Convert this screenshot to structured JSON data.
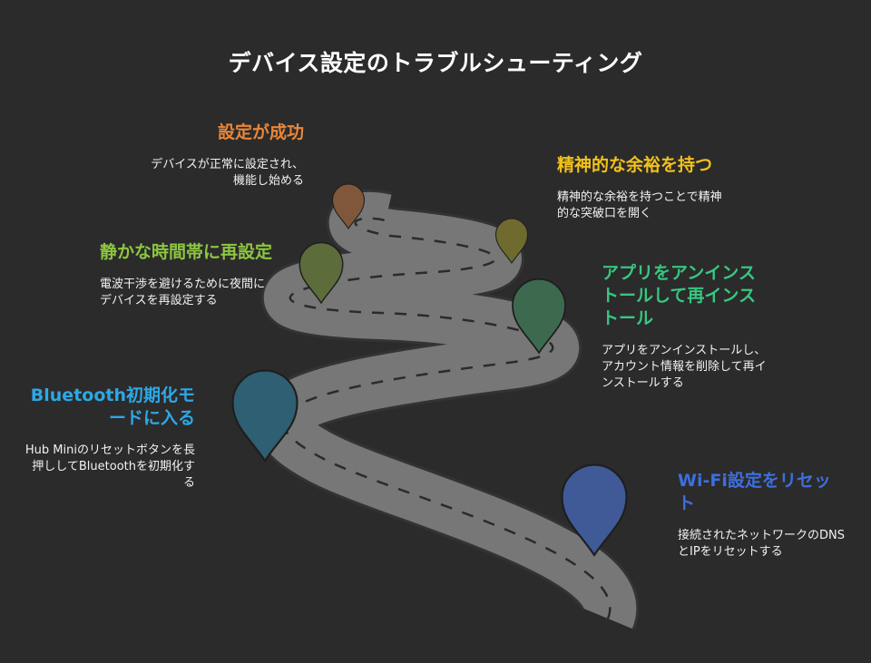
{
  "title": "デバイス設定のトラブルシューティング",
  "colors": {
    "background": "#2b2b2b",
    "road": "#777777",
    "road_edge": "#333333",
    "dash": "#2b2b2b"
  },
  "steps": [
    {
      "heading": "Wi-Fi設定をリセット",
      "description": "接続されたネットワークのDNSとIPをリセットする",
      "color": "#3d6fe0",
      "pin_color": "#3f5a97"
    },
    {
      "heading": "Bluetooth初期化モードに入る",
      "description": "Hub Miniのリセットボタンを長押ししてBluetoothを初期化する",
      "color": "#2da8e6",
      "pin_color": "#2e5f72"
    },
    {
      "heading": "アプリをアンインストールして再インストール",
      "description": "アプリをアンインストールし、アカウント情報を削除して再インストールする",
      "color": "#37c781",
      "pin_color": "#3d6a4f"
    },
    {
      "heading": "静かな時間帯に再設定",
      "description": "電波干渉を避けるために夜間にデバイスを再設定する",
      "color": "#8dc63f",
      "pin_color": "#5c6c3a"
    },
    {
      "heading": "精神的な余裕を持つ",
      "description": "精神的な余裕を持つことで精神的な突破口を開く",
      "color": "#f2c21b",
      "pin_color": "#6f6a2e"
    },
    {
      "heading": "設定が成功",
      "description": "デバイスが正常に設定され、機能し始める",
      "color": "#e8863a",
      "pin_color": "#80573a"
    }
  ]
}
